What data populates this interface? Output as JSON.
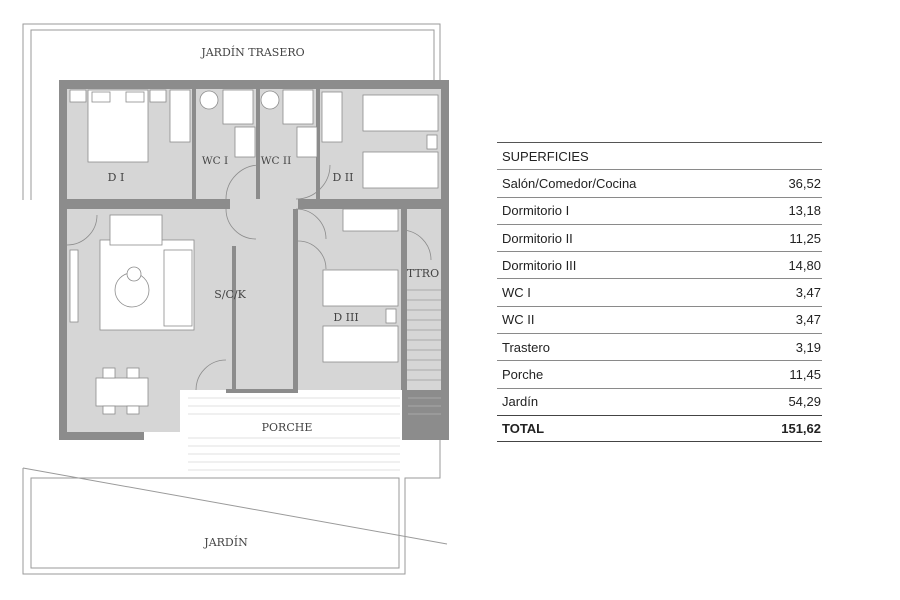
{
  "plan": {
    "labels": {
      "back_garden": "JARDÍN TRASERO",
      "bedroom_1": "D I",
      "bedroom_2": "D II",
      "bedroom_3": "D III",
      "wc_1": "WC I",
      "wc_2": "WC II",
      "living": "S/C/K",
      "storage": "TTRO",
      "porch": "PORCHE",
      "garden": "JARDÍN"
    }
  },
  "areas_table": {
    "title": "SUPERFICIES",
    "rows": [
      {
        "name": "Salón/Comedor/Cocina",
        "value": "36,52"
      },
      {
        "name": "Dormitorio I",
        "value": "13,18"
      },
      {
        "name": "Dormitorio II",
        "value": "11,25"
      },
      {
        "name": "Dormitorio III",
        "value": "14,80"
      },
      {
        "name": "WC I",
        "value": "3,47"
      },
      {
        "name": "WC II",
        "value": "3,47"
      },
      {
        "name": "Trastero",
        "value": "3,19"
      },
      {
        "name": "Porche",
        "value": "11,45"
      },
      {
        "name": "Jardín",
        "value": "54,29"
      }
    ],
    "total": {
      "name": "TOTAL",
      "value": "151,62"
    }
  },
  "colors": {
    "wall": "#8c8c8c",
    "floor": "#d6d6d6",
    "furniture": "#ffffff",
    "table_rule": "#8a8a8a"
  }
}
